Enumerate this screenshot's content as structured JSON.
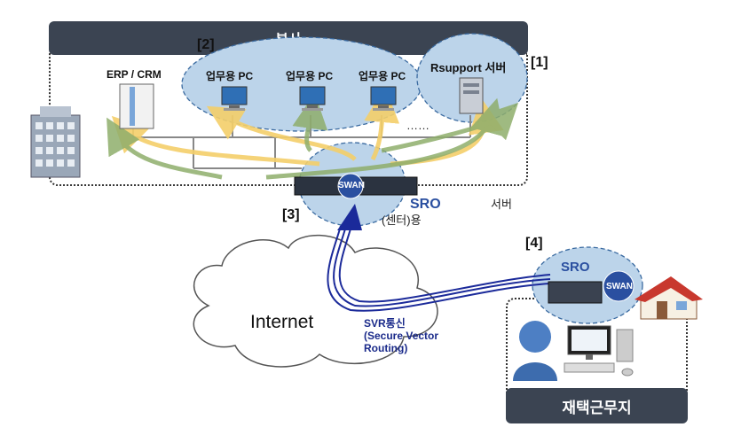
{
  "hq": {
    "title": "본사"
  },
  "remote": {
    "title": "재택근무지"
  },
  "labels": {
    "erp": "ERP / CRM",
    "pc1": "업무용 PC",
    "pc2": "업무용 PC",
    "pc3": "업무용 PC",
    "rsupport": "Rsupport 서버",
    "dots": "……",
    "server_suffix": "서버",
    "center_use": "(센터)용",
    "internet": "Internet",
    "svr_line1": "SVR통신",
    "svr_line2": "(Secure Vector",
    "svr_line3": "Routing)",
    "swan": "SWAN",
    "sro": "SRO"
  },
  "markers": {
    "m1": "[1]",
    "m2": "[2]",
    "m3": "[3]",
    "m4": "[4]"
  },
  "colors": {
    "ellipse_fill": "#bcd4ea",
    "yellow_arrow": "#f4cf6a",
    "green_arrow": "#8fae6c",
    "tunnel": "#1b2a9a",
    "bar": "#3b4452"
  }
}
